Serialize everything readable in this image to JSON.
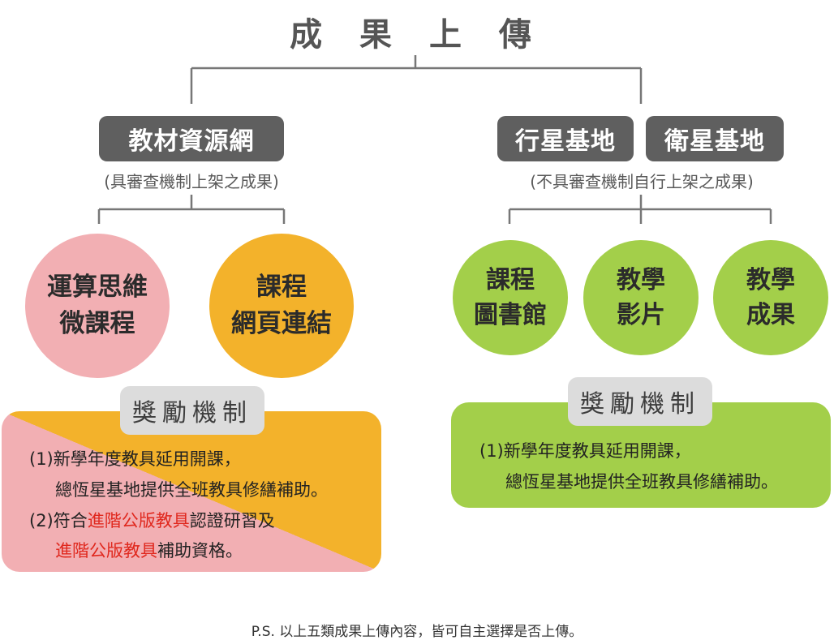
{
  "title": "成 果 上 傳",
  "left_branch": {
    "tag": "教材資源網",
    "subtitle": "(具審查機制上架之成果)",
    "circles": [
      {
        "line1": "運算思維",
        "line2": "微課程",
        "color": "#f2afb3"
      },
      {
        "line1": "課程",
        "line2": "網頁連結",
        "color": "#f3b22b"
      }
    ],
    "reward": {
      "tag": "獎勵機制",
      "item1_line1": "(1)新學年度教具延用開課，",
      "item1_line2": "總恆星基地提供全班教具修繕補助。",
      "item2_prefix": "(2)符合",
      "item2_highlight": "進階公版教具",
      "item2_suffix": "認證研習及",
      "item2_line2_highlight": "進階公版教具",
      "item2_line2_suffix": "補助資格。",
      "highlight_color": "#e0281e"
    }
  },
  "right_branch": {
    "tag_a": "行星基地",
    "tag_b": "衛星基地",
    "subtitle": "(不具審查機制自行上架之成果)",
    "circles": [
      {
        "line1": "課程",
        "line2": "圖書館",
        "color": "#a3cf4a"
      },
      {
        "line1": "教學",
        "line2": "影片",
        "color": "#a3cf4a"
      },
      {
        "line1": "教學",
        "line2": "成果",
        "color": "#a3cf4a"
      }
    ],
    "reward": {
      "tag": "獎勵機制",
      "item1_line1": "(1)新學年度教具延用開課，",
      "item1_line2": "總恆星基地提供全班教具修繕補助。"
    }
  },
  "footnote": "P.S. 以上五類成果上傳內容，皆可自主選擇是否上傳。",
  "colors": {
    "tag_bg": "#5f5f5f",
    "pink": "#f2afb3",
    "orange": "#f3b22b",
    "green": "#a3cf4a",
    "reward_tag_bg": "#dcdcdc",
    "connector": "#777777"
  }
}
